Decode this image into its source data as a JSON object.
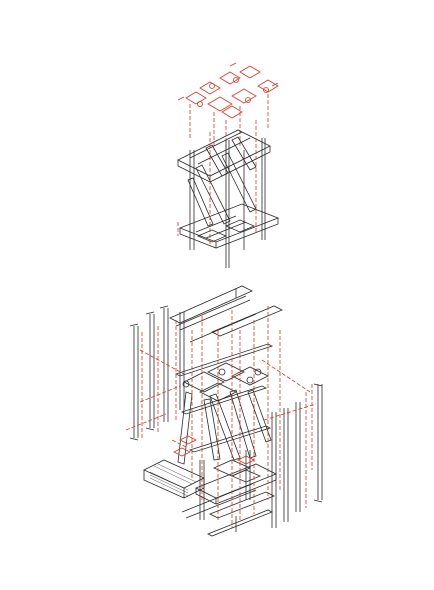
{
  "drawing": {
    "description_visible_text": [],
    "colors": {
      "background": "#ffffff",
      "component_lines": "#2a2a2a",
      "construction_lines": "#d23a2a"
    },
    "groups": [
      {
        "id": "upper-assembly",
        "line_styles": [
          "solid-black",
          "dashed-red"
        ]
      },
      {
        "id": "lower-exploded-assembly",
        "line_styles": [
          "solid-black",
          "dashed-red"
        ]
      }
    ]
  }
}
